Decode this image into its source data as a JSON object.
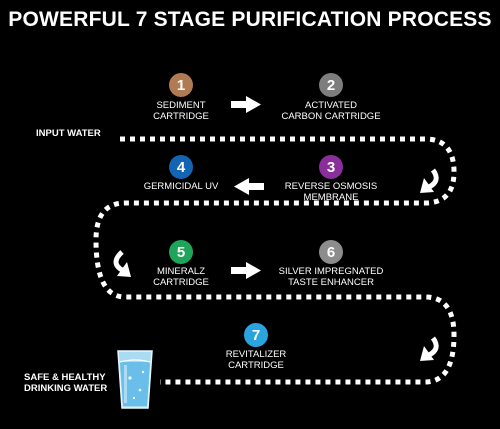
{
  "title": "POWERFUL 7 STAGE PURIFICATION PROCESS",
  "input_label": "INPUT WATER",
  "output_label": [
    "SAFE & HEALTHY",
    "DRINKING WATER"
  ],
  "stages": [
    {
      "number": "1",
      "color": "#B07A52",
      "lines": [
        "SEDIMENT",
        "CARTRIDGE"
      ]
    },
    {
      "number": "2",
      "color": "#7D7D7D",
      "lines": [
        "ACTIVATED",
        "CARBON CARTRIDGE"
      ]
    },
    {
      "number": "3",
      "color": "#8A2E9C",
      "lines": [
        "REVERSE OSMOSIS",
        "MEMBRANE"
      ]
    },
    {
      "number": "4",
      "color": "#1464B4",
      "lines": [
        "GERMICIDAL UV"
      ]
    },
    {
      "number": "5",
      "color": "#1EA55A",
      "lines": [
        "MINERALZ",
        "CARTRIDGE"
      ]
    },
    {
      "number": "6",
      "color": "#8C8C8C",
      "lines": [
        "SILVER IMPREGNATED",
        "TASTE ENHANCER"
      ]
    },
    {
      "number": "7",
      "color": "#2AA4DF",
      "lines": [
        "REVITALIZER",
        "CARTRIDGE"
      ]
    }
  ]
}
